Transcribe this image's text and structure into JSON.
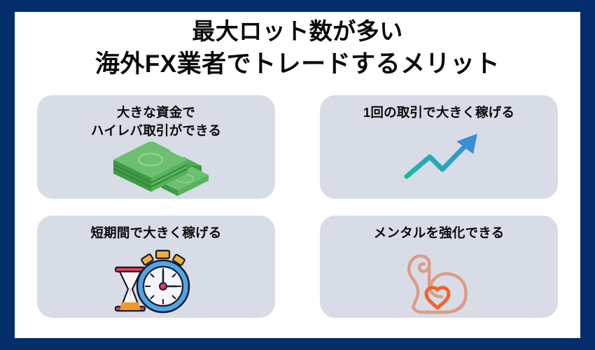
{
  "theme": {
    "border_color": "#032d6b",
    "page_background": "#ffffff",
    "card_background": "#d7dce7",
    "text_color": "#0a0a0a",
    "money_green": "#4caf50",
    "money_green_dark": "#3d9140",
    "money_green_light": "#7cc47f",
    "chart_teal": "#14b8a6",
    "chart_blue": "#3b8fd0",
    "clock_blue": "#4da6e8",
    "clock_orange": "#f0a028",
    "clock_pink": "#f0326e",
    "clock_crimson": "#e8274f",
    "arm_salmon": "#dd9c84",
    "heart_orange": "#f4622a"
  },
  "header": {
    "title_line_1": "最大ロット数が多い",
    "title_line_2": "海外FX業者でトレードするメリット"
  },
  "cards": [
    {
      "id": "large-capital-high-leverage",
      "text_line_1": "大きな資金で",
      "text_line_2": "ハイレバ取引ができる",
      "icon_name": "money-stack-icon"
    },
    {
      "id": "big-profit-single-trade",
      "text_line_1": "1回の取引で大きく稼げる",
      "text_line_2": "",
      "icon_name": "rising-chart-arrow-icon"
    },
    {
      "id": "big-profit-short-period",
      "text_line_1": "短期間で大きく稼げる",
      "text_line_2": "",
      "icon_name": "stopwatch-hourglass-icon"
    },
    {
      "id": "strengthen-mental",
      "text_line_1": "メンタルを強化できる",
      "text_line_2": "",
      "icon_name": "flexing-arm-heart-icon"
    }
  ]
}
